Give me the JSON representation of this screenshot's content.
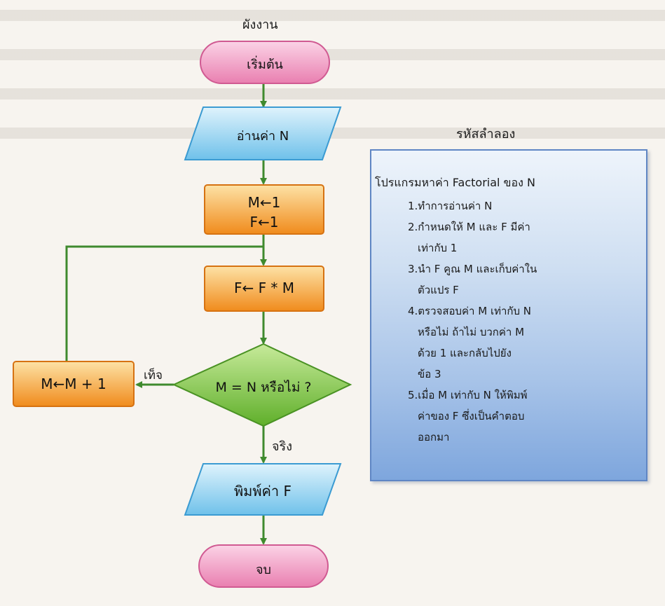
{
  "flowchart": {
    "title": "ผังงาน",
    "start": "เริ่มต้น",
    "read_n": "อ่านค่า N",
    "init_m": "M←1",
    "init_f": "F←1",
    "multiply": "F← F * M",
    "decision": "M = N  หรือไม่ ?",
    "increment": "M←M + 1",
    "false_label": "เท็จ",
    "true_label": "จริง",
    "print_f": "พิมพ์ค่า  F",
    "end": "จบ"
  },
  "pseudocode": {
    "title": "รหัสลำลอง",
    "heading": "โปรแกรมหาค่า Factorial ของ N",
    "lines": [
      "1.ทำการอ่านค่า N",
      "2.กำหนดให้ M และ F มีค่า",
      "เท่ากับ 1",
      "3.นำ F คูณ M และเก็บค่าใน",
      "ตัวแปร F",
      "4.ตรวจสอบค่า M เท่ากับ N",
      "หรือไม่ ถ้าไม่ บวกค่า M",
      "ด้วย 1 และกลับไปยัง",
      "ข้อ 3",
      "5.เมื่อ M เท่ากับ N ให้พิมพ์",
      "ค่าของ F ซึ่งเป็นคำตอบ",
      "ออกมา"
    ]
  },
  "colors": {
    "terminal": "#f3a6c8",
    "io": "#9fd3f0",
    "process": "#f7a23a",
    "decision": "#7cc242",
    "arrow": "#3f8a2e"
  }
}
